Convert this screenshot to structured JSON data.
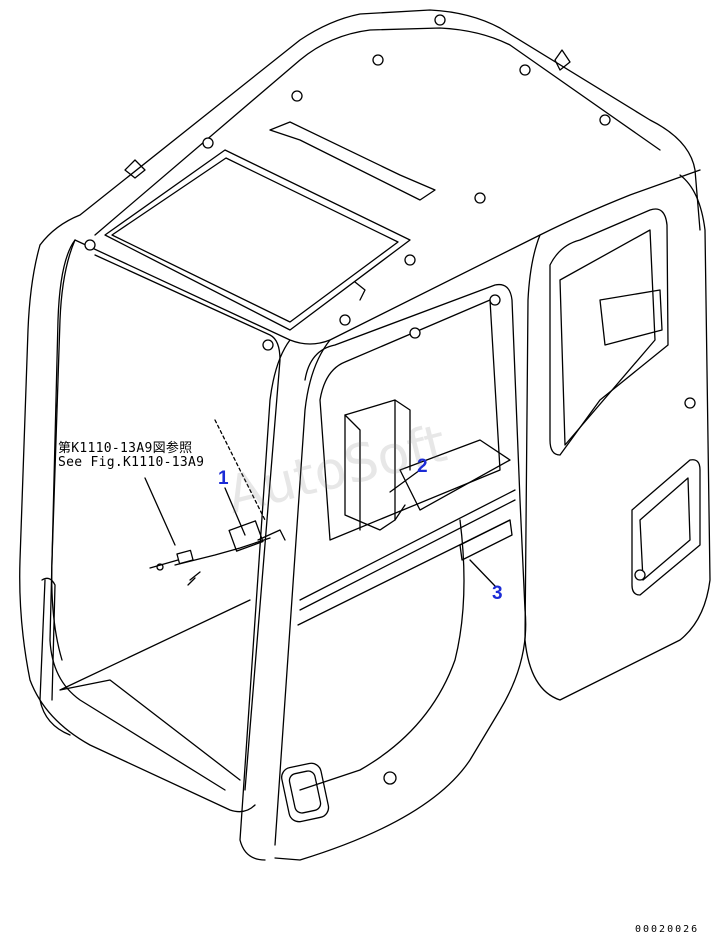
{
  "reference": {
    "japanese": "第K1110-13A9図参照",
    "english": "See Fig.K1110-13A9"
  },
  "callouts": [
    {
      "id": "1",
      "label": "1"
    },
    {
      "id": "2",
      "label": "2"
    },
    {
      "id": "3",
      "label": "3"
    }
  ],
  "watermark": "AutoSoft",
  "drawing_number": "00020026",
  "colors": {
    "line": "#000000",
    "callout": "#1b2bd6"
  }
}
